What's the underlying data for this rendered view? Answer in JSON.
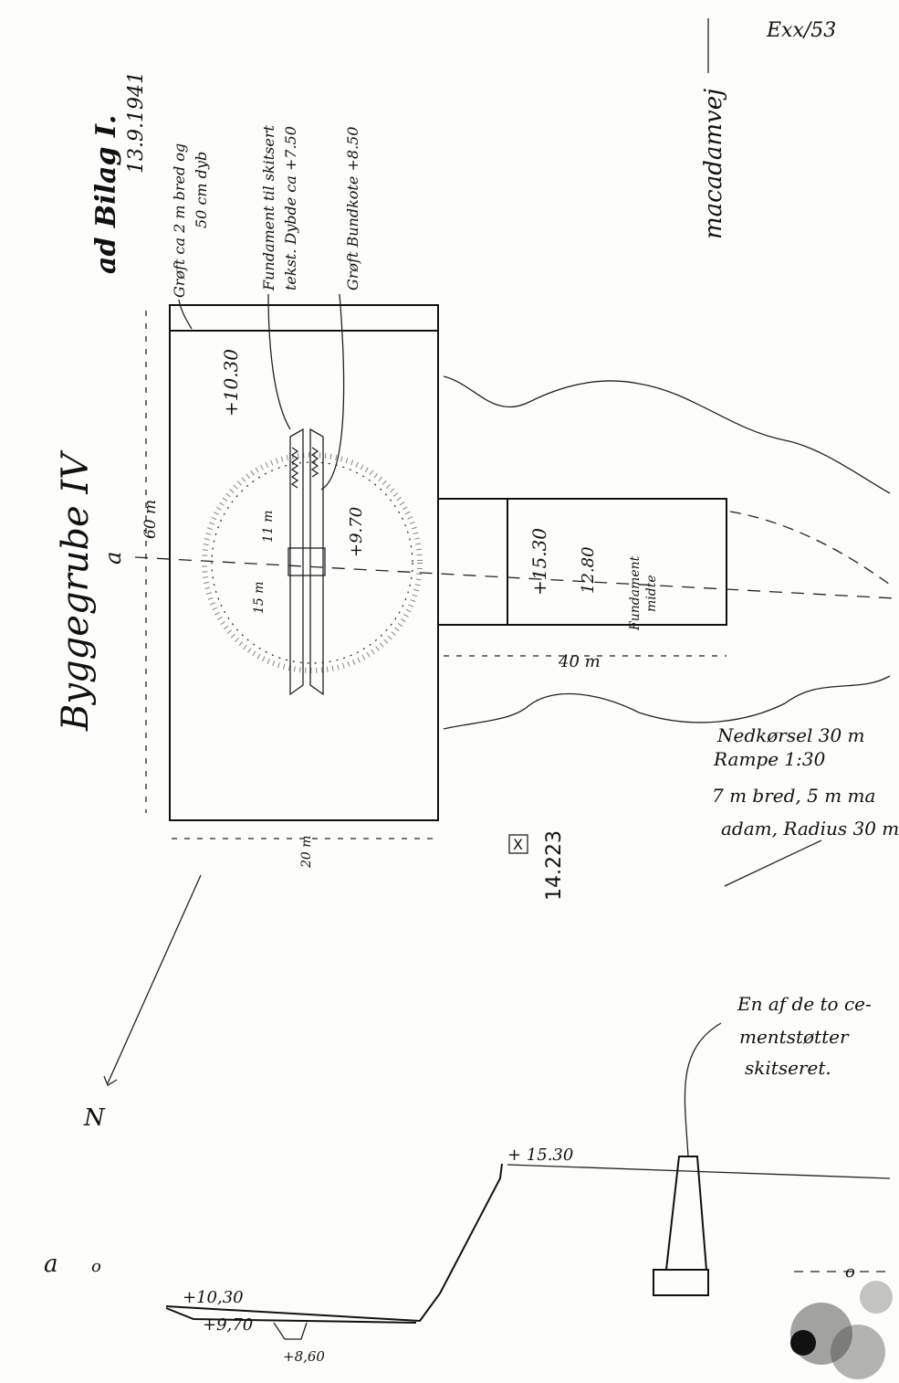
{
  "sheet": {
    "ref": "Exx/53",
    "bilag": "ad Bilag I.",
    "date": "13.9.1941",
    "title": "Byggegrube IV",
    "macadam": "macadamvej",
    "north": "N"
  },
  "notes": {
    "groove_a": "Grøft ca 2 m bred og",
    "groove_b": "50 cm dyb",
    "found_a": "Fundament til skitsert",
    "found_b": "tekst. Dybde ca +7.50",
    "bottom": "Grøft Bundkote +8.50",
    "ramp_1": "Nedkørsel 30 m",
    "ramp_2": "Rampe 1:30",
    "ramp_3": "7 m bred, 5 m ma",
    "ramp_4": "adam, Radius 30 m",
    "cement_1": "En af de to ce-",
    "cement_2": "mentstøtter",
    "cement_3": "skitseret."
  },
  "plan": {
    "dim_60m": "60 m",
    "dim_20m": "20 m",
    "dim_40m": "40 m",
    "dim_11m": "11 m",
    "dim_15m": "15 m",
    "level_1030": "+10.30",
    "level_970": "+9.70",
    "level_1530": "+15.30",
    "level_1280": "12.80",
    "fundament_a": "Fundament",
    "fundament_b": "midte",
    "section_label": "a",
    "mark_x": "X",
    "mark_no": "14.223"
  },
  "section": {
    "label_a": "a",
    "label_o": "o",
    "level_1530": "+ 15.30",
    "level_1030": "+10,30",
    "level_970": "+9,70",
    "level_860": "+8,60",
    "end_mark": "o"
  }
}
